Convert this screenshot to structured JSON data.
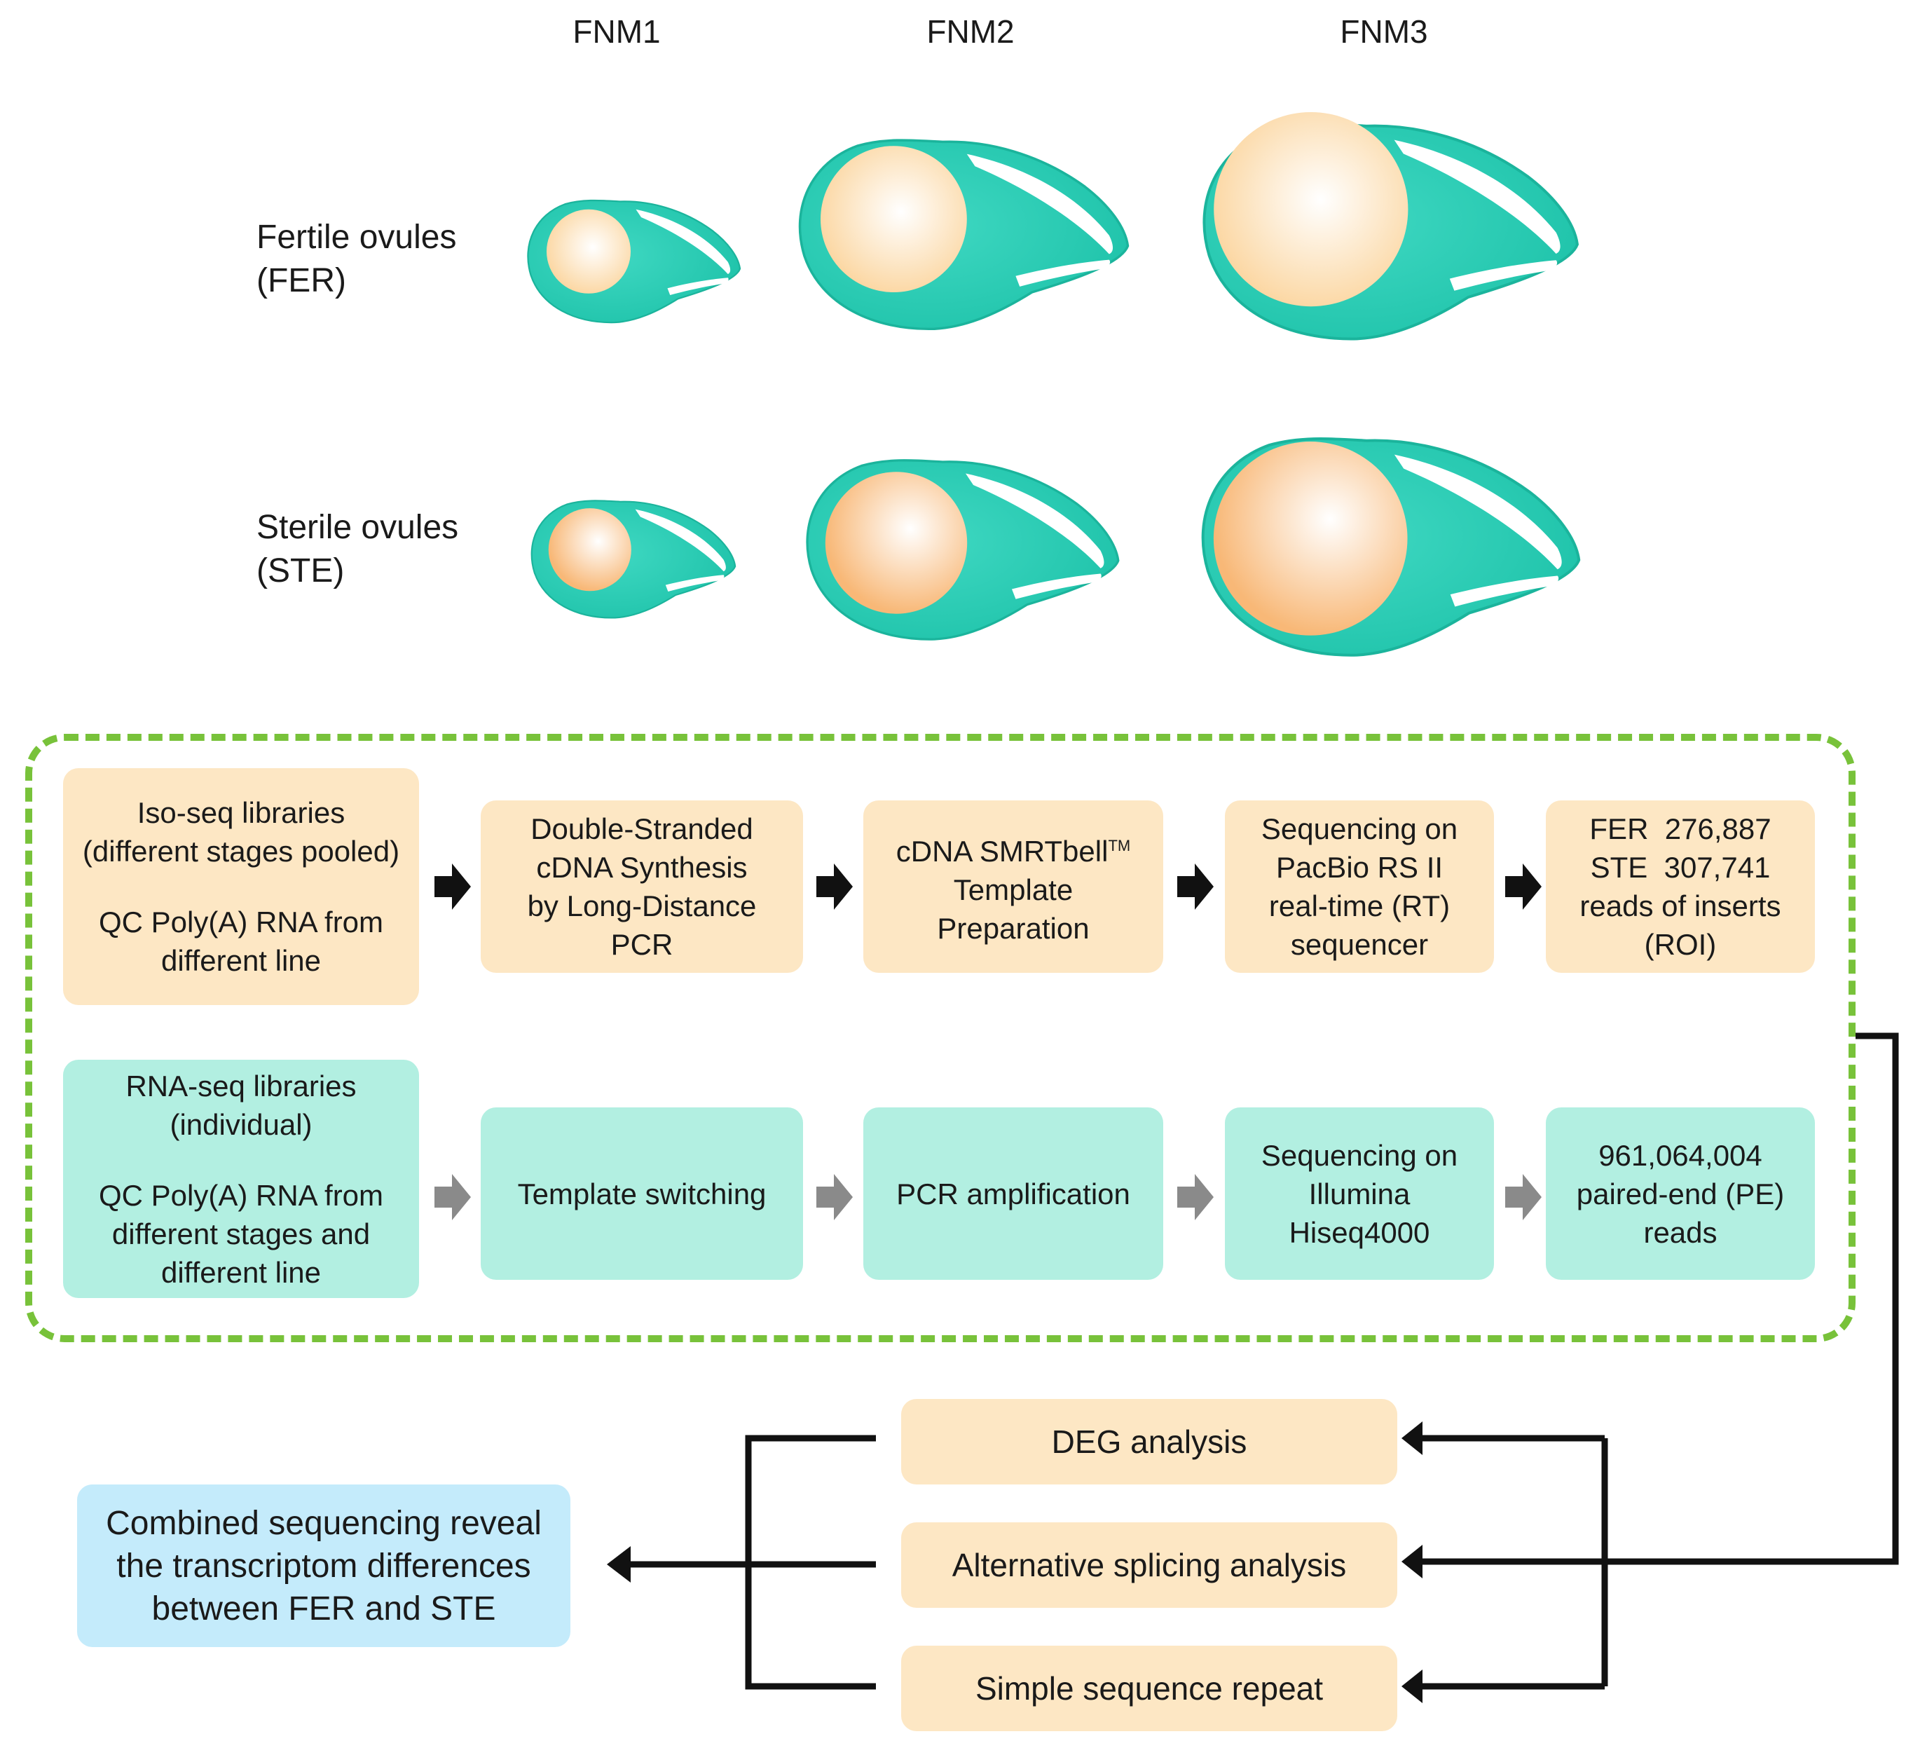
{
  "stages": [
    "FNM1",
    "FNM2",
    "FNM3"
  ],
  "rows": {
    "fertile": {
      "line1": "Fertile ovules",
      "line2": "(FER)"
    },
    "sterile": {
      "line1": "Sterile ovules",
      "line2": "(STE)"
    }
  },
  "isoseq": {
    "source": {
      "title": "Iso-seq libraries\n(different stages pooled)",
      "detail": "QC Poly(A) RNA from\ndifferent line"
    },
    "step1": "Double-Stranded\ncDNA Synthesis\nby  Long-Distance\nPCR",
    "step2_pre": "cDNA SMRTbell",
    "step2_tm": "TM",
    "step2_post": "Template\nPreparation",
    "step3": "Sequencing on\nPacBio RS II\nreal-time (RT)\nsequencer",
    "result": {
      "fer_label": "FER",
      "fer_value": "276,887",
      "ste_label": "STE",
      "ste_value": "307,741",
      "caption": "reads of inserts\n(ROI)"
    }
  },
  "rnaseq": {
    "source": {
      "title": "RNA-seq libraries\n(individual)",
      "detail": "QC Poly(A) RNA from\ndifferent stages and\ndifferent line"
    },
    "step1": "Template switching",
    "step2": "PCR amplification",
    "step3": "Sequencing on\nIllumina\nHiseq4000",
    "result": "961,064,004\npaired-end (PE)\nreads"
  },
  "analyses": [
    "DEG analysis",
    "Alternative splicing analysis",
    "Simple sequence repeat"
  ],
  "conclusion": "Combined sequencing reveal\nthe transcriptom differences\nbetween FER and STE",
  "colors": {
    "ovule": "#2fcdb5",
    "ovule_outline": "#16b49b",
    "embryo_sac": "#fde0b0",
    "peach_box": "#fde7c4",
    "mint_box": "#b2efe1",
    "blue_box": "#c4ebfb",
    "frame": "#78c23a",
    "arrow_black": "#111111",
    "arrow_grey": "#8a8a8a"
  }
}
